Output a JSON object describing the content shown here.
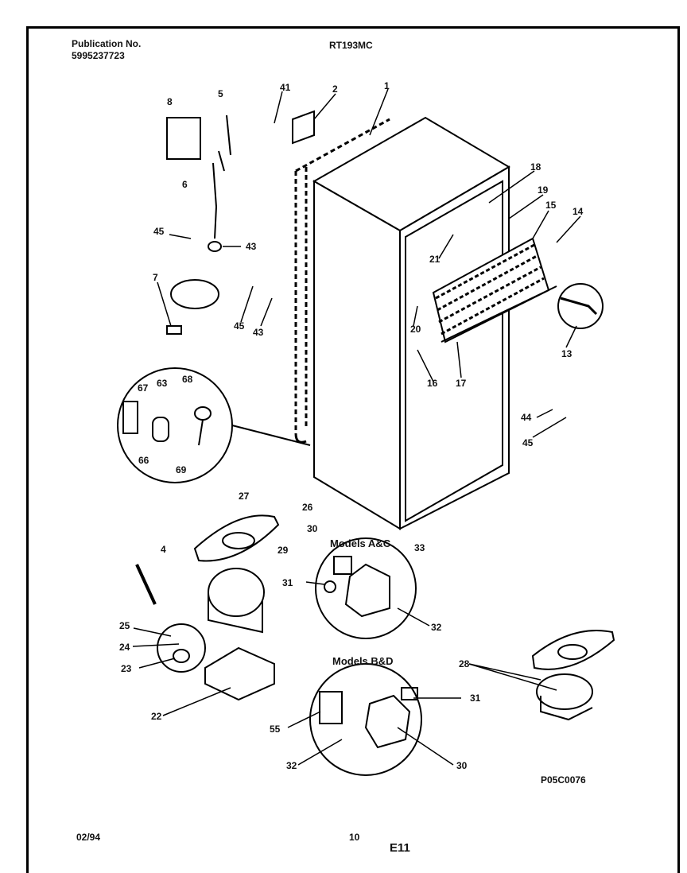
{
  "header": {
    "publication_label": "Publication No.",
    "publication_number": "5995237723",
    "model": "RT193MC"
  },
  "diagram": {
    "models_ac": "Models  A&C",
    "models_bd": "Models  B&D",
    "figure_code": "P05C0076",
    "callouts": [
      "1",
      "2",
      "4",
      "5",
      "6",
      "7",
      "8",
      "13",
      "14",
      "15",
      "16",
      "17",
      "18",
      "19",
      "20",
      "21",
      "22",
      "23",
      "24",
      "25",
      "26",
      "27",
      "28",
      "29",
      "30",
      "31",
      "32",
      "33",
      "41",
      "43",
      "44",
      "45",
      "55",
      "63",
      "66",
      "67",
      "68",
      "69"
    ]
  },
  "footer": {
    "date": "02/94",
    "page_number": "10",
    "section": "E11"
  }
}
